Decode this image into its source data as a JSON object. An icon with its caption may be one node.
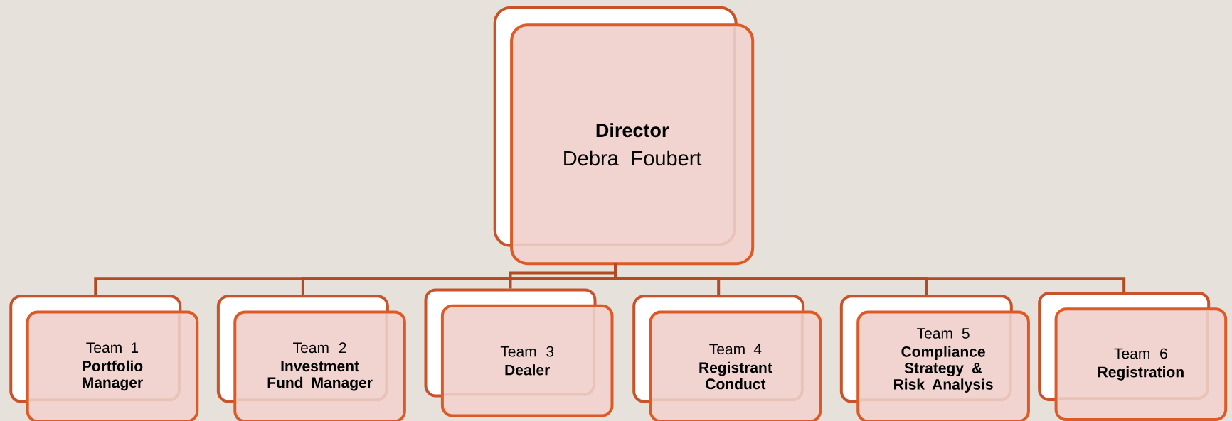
{
  "diagram": {
    "nodes": [
      {
        "text": [
          "Director",
          "Debra Foubert"
        ]
      },
      {
        "text": [
          "Team 1",
          "Portfolio Manager"
        ]
      },
      {
        "text": [
          "Team 2",
          "Investment Fund Manager"
        ]
      },
      {
        "text": [
          "Team 3",
          "Dealer"
        ]
      },
      {
        "text": [
          "Team  4",
          "Registrant Conduct"
        ]
      },
      {
        "text": [
          "Team 5",
          "Compliance Strategy & Risk Analysis"
        ]
      },
      {
        "text": [
          "Team 6",
          "Registration"
        ]
      }
    ],
    "edges": [
      {
        "from": 0,
        "to": 1,
        "arrow": "none"
      },
      {
        "from": 0,
        "to": 2,
        "arrow": "none"
      },
      {
        "from": 0,
        "to": 3,
        "arrow": "none"
      },
      {
        "from": 0,
        "to": 4,
        "arrow": "none"
      },
      {
        "from": 0,
        "to": 5,
        "arrow": "none"
      },
      {
        "from": 0,
        "to": 6,
        "arrow": "none"
      }
    ]
  }
}
